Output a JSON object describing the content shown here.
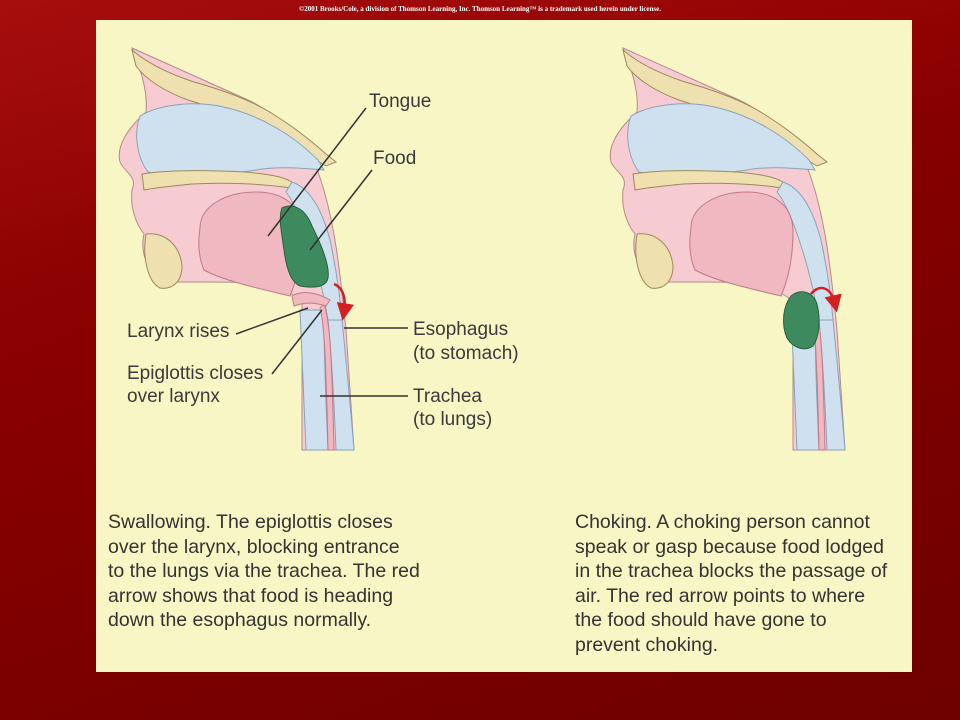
{
  "slide": {
    "copyright": "©2001 Brooks/Cole, a division of Thomson Learning, Inc.  Thomson Learning™ is a trademark used herein under license."
  },
  "colors": {
    "slide_background": "#8a0000",
    "panel_background": "#f8f6c4",
    "tissue_pink": "#f4c6cc",
    "airway_blue": "#cfe0ee",
    "bone": "#efe0b0",
    "food_green": "#3d8a5f",
    "arrow_red": "#d42020",
    "text": "#333333"
  },
  "left_figure": {
    "labels": {
      "tongue": "Tongue",
      "food": "Food",
      "larynx": "Larynx rises",
      "epiglottis_1": "Epiglottis closes",
      "epiglottis_2": "over larynx",
      "esophagus_1": "Esophagus",
      "esophagus_2": "(to stomach)",
      "trachea_1": "Trachea",
      "trachea_2": "(to lungs)"
    },
    "caption": [
      "Swallowing.  The epiglottis closes",
      "over the larynx, blocking entrance",
      "to the lungs via the trachea. The red",
      "arrow shows that food is heading",
      "down the esophagus normally."
    ]
  },
  "right_figure": {
    "caption": [
      "Choking.  A choking person cannot",
      "speak or gasp because food lodged",
      "in the trachea blocks the passage of",
      "air. The red arrow points to where",
      "the food should have gone to",
      "prevent choking."
    ]
  }
}
